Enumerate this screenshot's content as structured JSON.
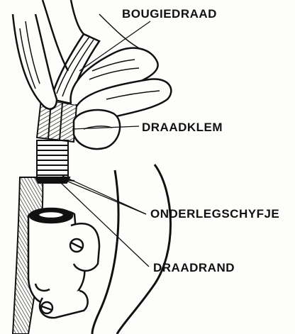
{
  "labels": {
    "spark_plug_wire": "BOUGIEDRAAD",
    "wire_clamp": "DRAADKLEM",
    "washer": "ONDERLEGSCHYFJE",
    "thread_edge": "DRAADRAND"
  },
  "colors": {
    "ink": "#111111",
    "paper": "#fdfdfb"
  }
}
